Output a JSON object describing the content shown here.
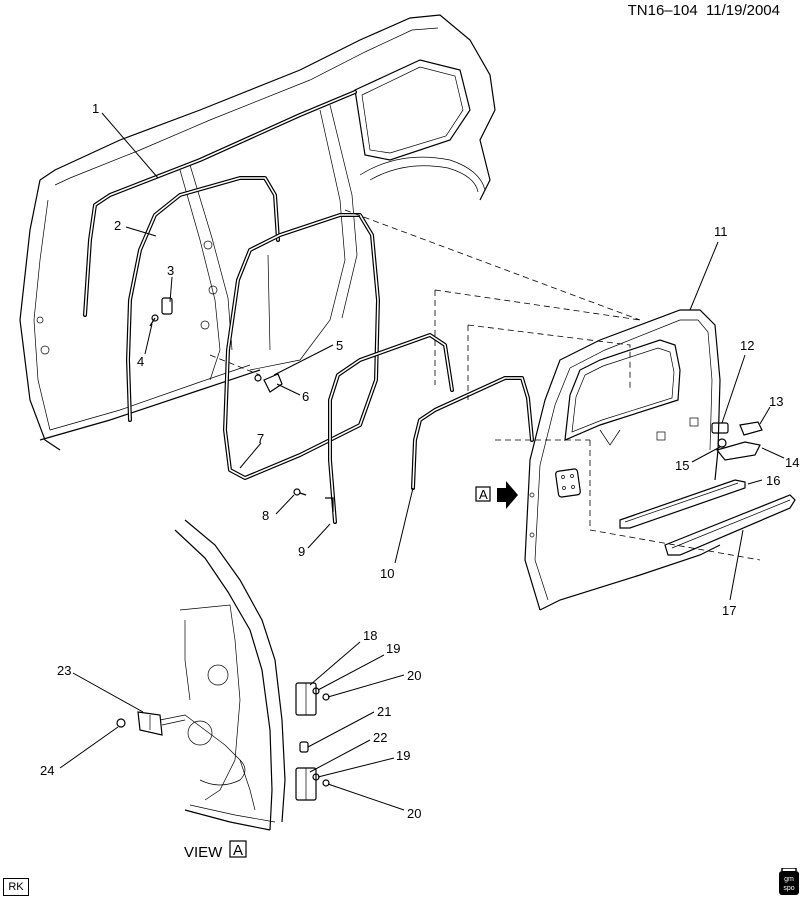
{
  "header": {
    "code": "TN16–104",
    "date": "11/19/2004"
  },
  "view_label": {
    "text": "VIEW",
    "letter": "A"
  },
  "arrow_letter": "A",
  "corner_tag": "RK",
  "logo_text": [
    "gm",
    "spo"
  ],
  "callouts": [
    "1",
    "2",
    "3",
    "4",
    "5",
    "6",
    "7",
    "8",
    "9",
    "10",
    "11",
    "12",
    "13",
    "14",
    "15",
    "16",
    "17",
    "18",
    "19",
    "20",
    "21",
    "22",
    "19",
    "20",
    "23",
    "24"
  ]
}
